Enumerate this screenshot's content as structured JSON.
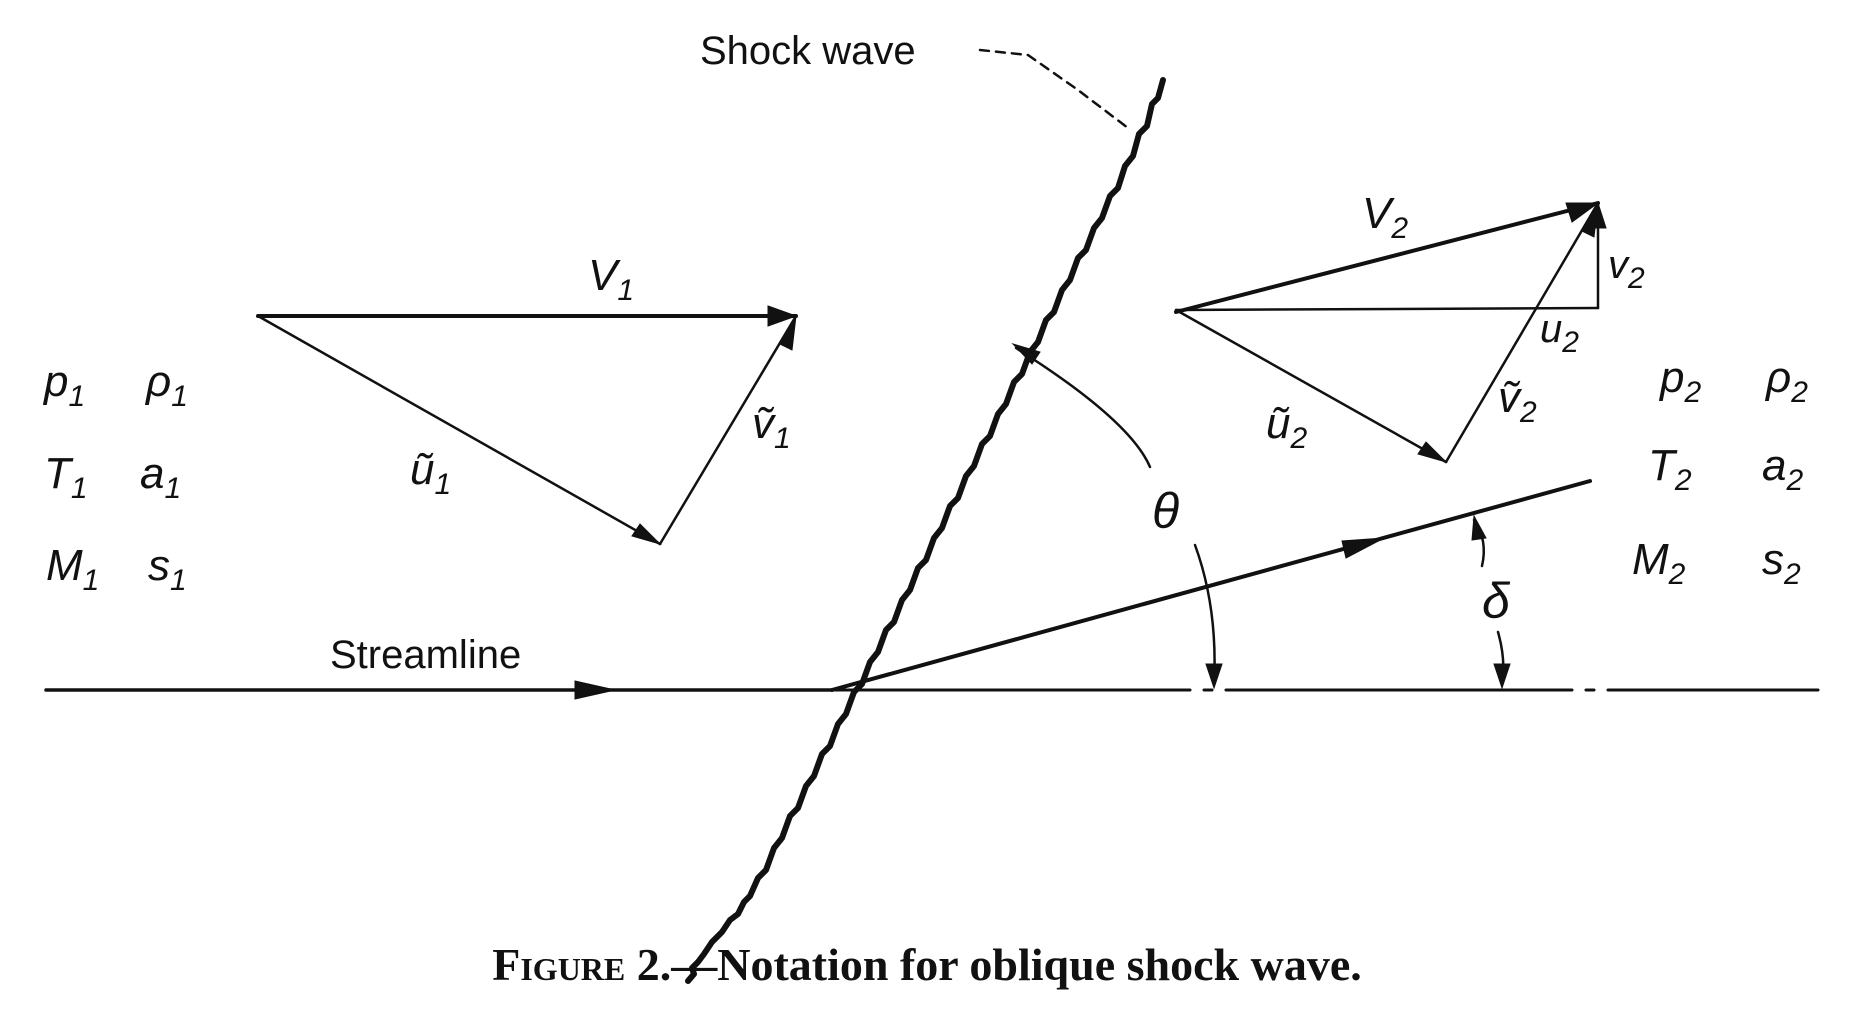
{
  "labels": {
    "shock_wave": "Shock wave",
    "streamline": "Streamline",
    "V1": "V",
    "V1_sub": "1",
    "u1t": "ũ",
    "u1t_sub": "1",
    "v1t": "ṽ",
    "v1t_sub": "1",
    "V2": "V",
    "V2_sub": "2",
    "v2": "v",
    "v2_sub": "2",
    "u2": "u",
    "u2_sub": "2",
    "u2t": "ũ",
    "u2t_sub": "2",
    "v2t": "ṽ",
    "v2t_sub": "2",
    "theta": "θ",
    "delta": "δ"
  },
  "upstream": {
    "row1": {
      "a": "p",
      "a_sub": "1",
      "b": "ρ",
      "b_sub": "1"
    },
    "row2": {
      "a": "T",
      "a_sub": "1",
      "b": "a",
      "b_sub": "1"
    },
    "row3": {
      "a": "M",
      "a_sub": "1",
      "b": "s",
      "b_sub": "1"
    }
  },
  "downstream": {
    "row1": {
      "a": "p",
      "a_sub": "2",
      "b": "ρ",
      "b_sub": "2"
    },
    "row2": {
      "a": "T",
      "a_sub": "2",
      "b": "a",
      "b_sub": "2"
    },
    "row3": {
      "a": "M",
      "a_sub": "2",
      "b": "s",
      "b_sub": "2"
    }
  },
  "caption": {
    "prefix": "Figure 2.",
    "dash": "—",
    "text": "Notation for oblique shock wave."
  }
}
